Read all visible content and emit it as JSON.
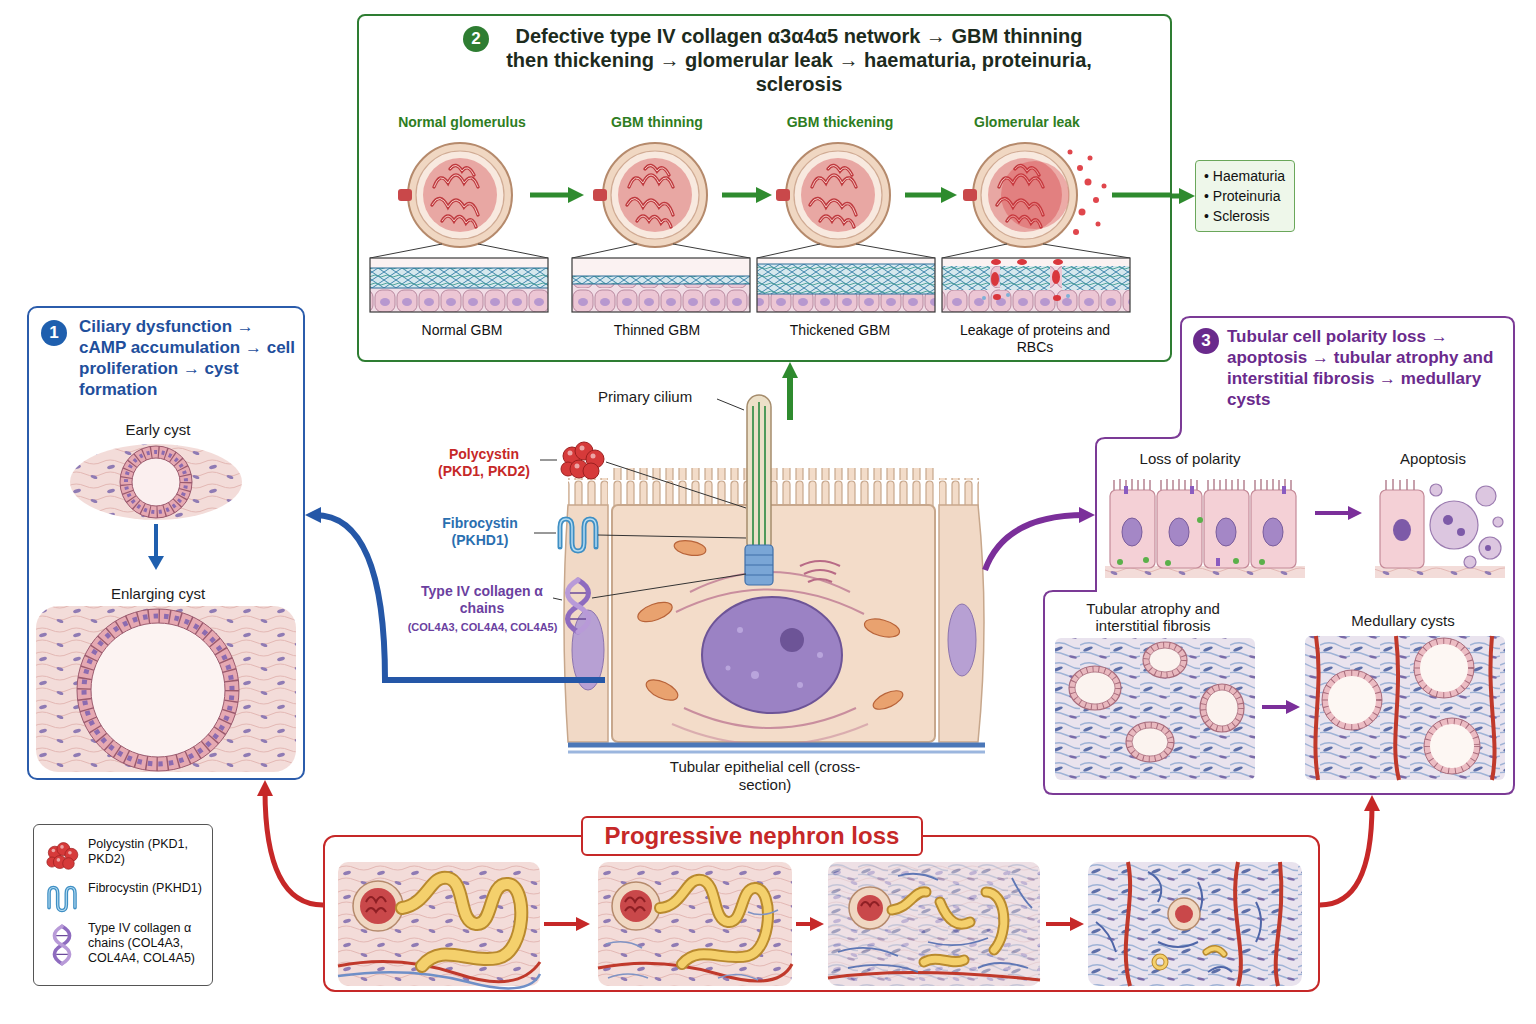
{
  "diagram": {
    "nodes": [
      {
        "text": [
          "2",
          "Defective type IV collagen α3α4α5 network → GBM thinning then thickening → glomerular leak → haematuria, proteinuria, sclerosis",
          "Normal glomerulus",
          "GBM thinning",
          "GBM thickening",
          "Glomerular leak",
          "Normal GBM",
          "Thinned GBM",
          "Thickened GBM",
          "Leakage of proteins and RBCs"
        ]
      },
      {
        "text": [
          "• Haematuria",
          "• Proteinuria",
          "• Sclerosis"
        ]
      },
      {
        "text": [
          "1",
          "Ciliary dysfunction → cAMP accumulation → cell proliferation → cyst formation",
          "Early cyst",
          "Enlarging cyst"
        ]
      },
      {
        "text": [
          "Tubular epithelial cell (cross-section)"
        ]
      },
      {
        "text": [
          "3",
          "Tubular cell polarity loss → apoptosis → tubular atrophy and interstitial fibrosis → medullary cysts",
          "Loss of polarity",
          "Apoptosis",
          "Tubular atrophy and interstitial fibrosis",
          "Medullary cysts"
        ]
      },
      {
        "text": [
          "Progressive nephron loss"
        ]
      }
    ],
    "edges": [
      {
        "from": 3,
        "to": 2,
        "arrow": "to"
      },
      {
        "from": 3,
        "to": 0,
        "arrow": "to"
      },
      {
        "from": 3,
        "to": 4,
        "arrow": "to"
      },
      {
        "from": 0,
        "to": 1,
        "arrow": "to"
      },
      {
        "from": 5,
        "to": 2,
        "arrow": "to"
      },
      {
        "from": 5,
        "to": 4,
        "arrow": "to"
      }
    ],
    "labels": [
      "Primary cilium",
      "Polycystin (PKD1, PKD2)",
      "Fibrocystin (PKHD1)",
      "Type IV collagen α chains",
      "(COL4A3, COL4A4, COL4A5)"
    ],
    "legend": [
      {
        "text": "Polycystin (PKD1, PKD2)"
      },
      {
        "text": "Fibrocystin (PKHD1)"
      },
      {
        "text": "Type IV collagen α chains (COL4A3, COL4A4, COL4A5)"
      }
    ]
  }
}
